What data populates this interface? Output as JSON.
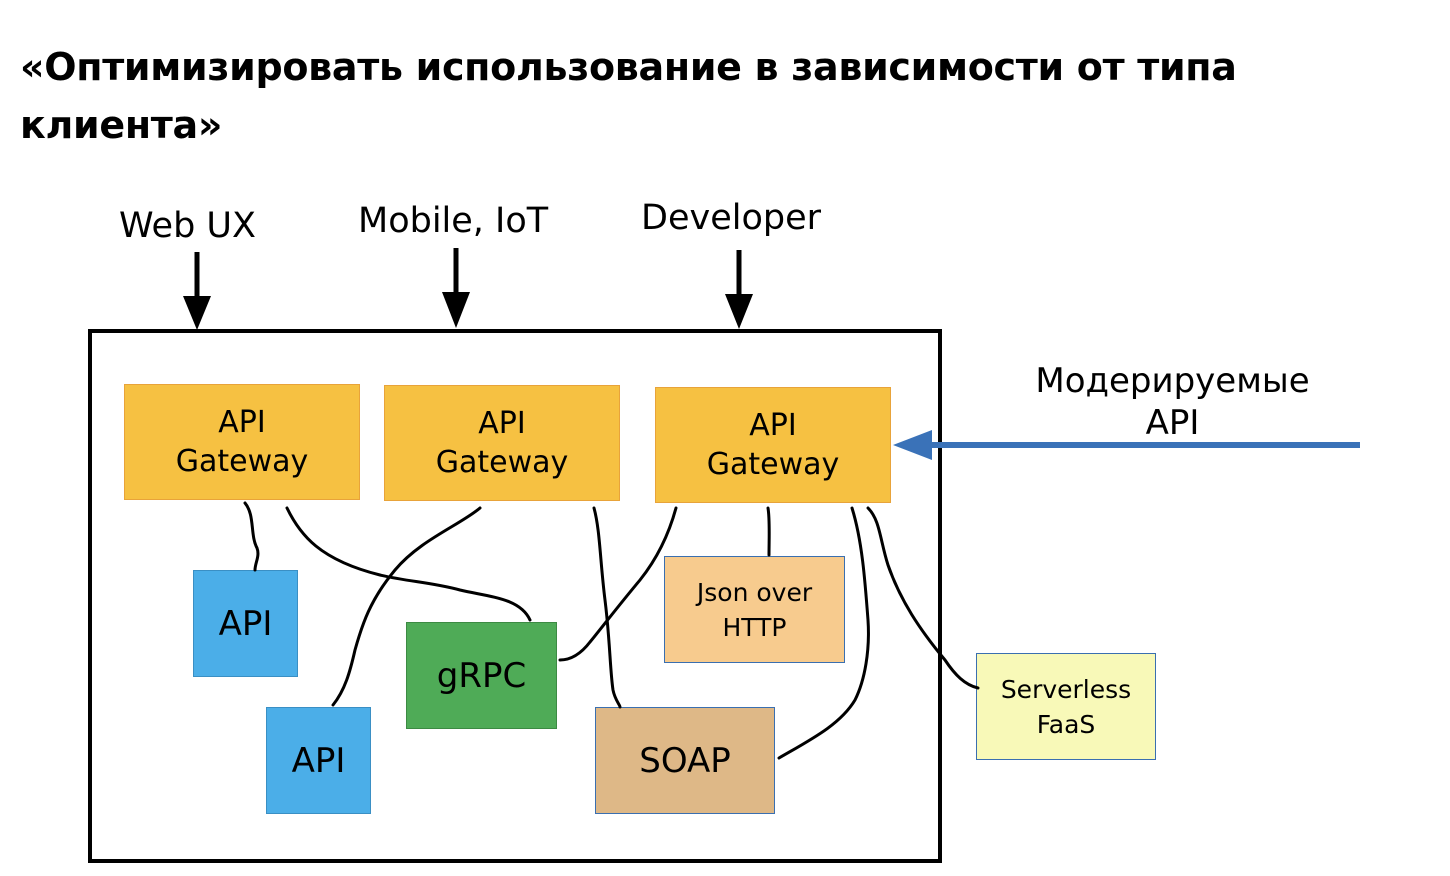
{
  "title": "«Оптимизировать использование в зависимости от типа клиента»",
  "clients": {
    "web": "Web UX",
    "mobile": "Mobile, IoT",
    "developer": "Developer"
  },
  "gateways": {
    "g1": {
      "line1": "API",
      "line2": "Gateway"
    },
    "g2": {
      "line1": "API",
      "line2": "Gateway"
    },
    "g3": {
      "line1": "API",
      "line2": "Gateway"
    }
  },
  "services": {
    "api1": "API",
    "api2": "API",
    "grpc": "gRPC",
    "soap": "SOAP",
    "json": {
      "line1": "Json over",
      "line2": "HTTP"
    },
    "faas": {
      "line1": "Serverless",
      "line2": "FaaS"
    }
  },
  "moderated": {
    "line1": "Модерируемые",
    "line2": "API"
  },
  "colors": {
    "gateway": "#f6c142",
    "api": "#4baee8",
    "grpc": "#4fab57",
    "soap": "#deb887",
    "json": "#f7cb8e",
    "faas": "#f8f9b8",
    "arrow_blue": "#3a72b8"
  }
}
